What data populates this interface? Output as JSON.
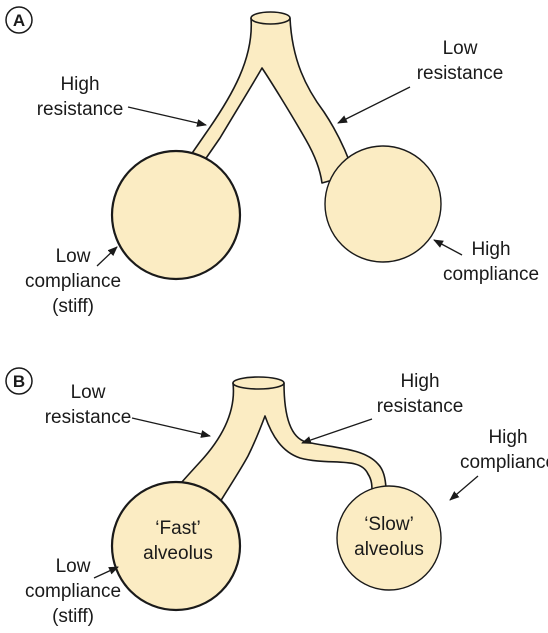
{
  "colors": {
    "tissue_fill": "#fbecc3",
    "outline": "#1a1a1a",
    "background": "#ffffff"
  },
  "panel_a": {
    "letter": "A",
    "left_airway": {
      "line1": "High",
      "line2": "resistance"
    },
    "right_airway": {
      "line1": "Low",
      "line2": "resistance"
    },
    "left_alveolus": {
      "line1": "Low",
      "line2": "compliance",
      "line3": "(stiff)"
    },
    "right_alveolus": {
      "line1": "High",
      "line2": "compliance"
    }
  },
  "panel_b": {
    "letter": "B",
    "left_airway": {
      "line1": "Low",
      "line2": "resistance"
    },
    "right_airway": {
      "line1": "High",
      "line2": "resistance"
    },
    "right_alveolus_compliance": {
      "line1": "High",
      "line2": "compliance"
    },
    "left_alveolus_compliance": {
      "line1": "Low",
      "line2": "compliance",
      "line3": "(stiff)"
    },
    "fast_alveolus": {
      "line1": "‘Fast’",
      "line2": "alveolus"
    },
    "slow_alveolus": {
      "line1": "‘Slow’",
      "line2": "alveolus"
    }
  }
}
